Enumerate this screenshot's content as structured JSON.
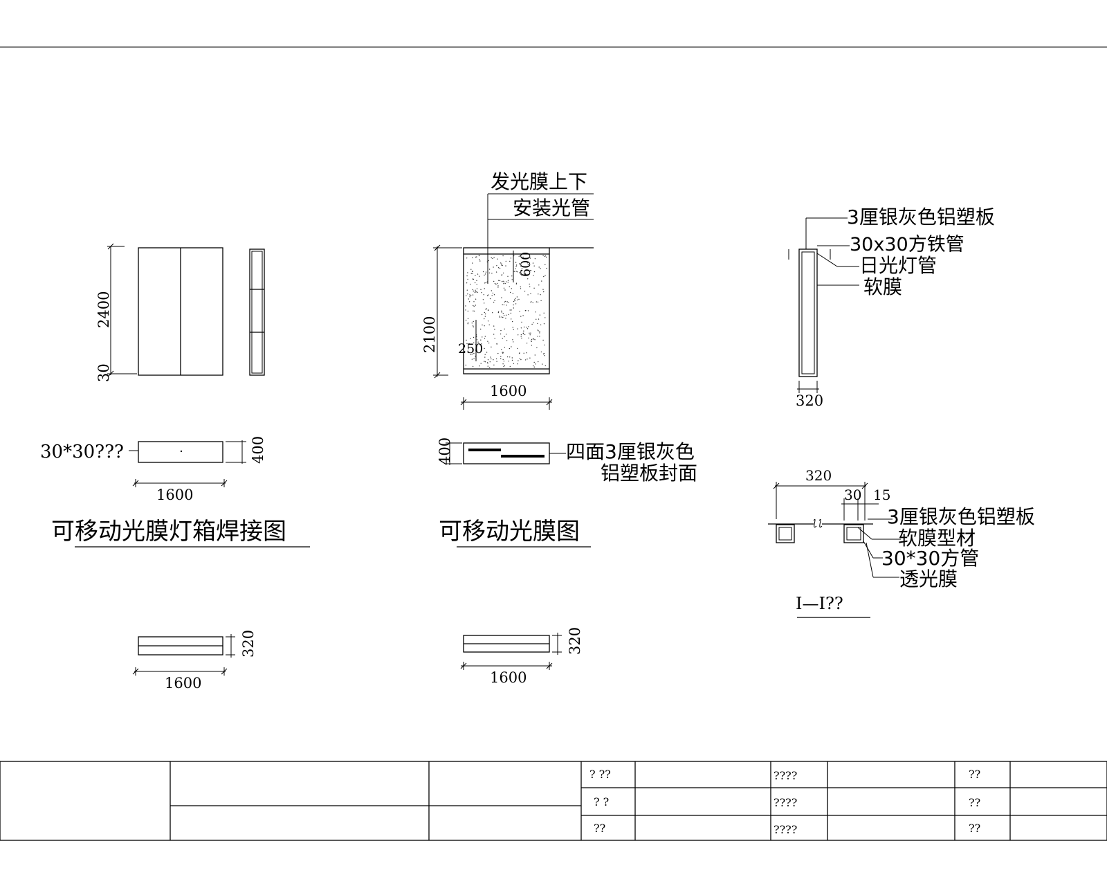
{
  "views": {
    "frame_elevation": {
      "dim_height": "2400",
      "dim_base": "30"
    },
    "frame_plan": {
      "label": "30*30???",
      "dim_width": "1600",
      "dim_depth": "400"
    },
    "frame_title": "可移动光膜灯箱焊接图",
    "frame_bottom": {
      "dim_width": "1600",
      "dim_depth": "320"
    },
    "film_elevation": {
      "callout_line1": "发光膜上下",
      "callout_line2": "安装光管",
      "dim_height": "2100",
      "dim_width": "1600",
      "dim_600": "600",
      "dim_250": "250"
    },
    "film_plan": {
      "dim_depth": "400",
      "callout_line1": "四面3厘银灰色",
      "callout_line2": "铝塑板封面"
    },
    "film_title": "可移动光膜图",
    "film_bottom": {
      "dim_width": "1600",
      "dim_depth": "320"
    },
    "side_section": {
      "label1": "3厘银灰色铝塑板",
      "label2": "30x30方铁管",
      "label3": "日光灯管",
      "label4": "软膜",
      "dim_width": "320"
    },
    "section_detail": {
      "dim_320": "320",
      "dim_30": "30",
      "dim_15": "15",
      "label1": "3厘银灰色铝塑板",
      "label2": "软膜型材",
      "label3": "30*30方管",
      "label4": "透光膜",
      "title": "I—I??"
    }
  },
  "title_block": {
    "r1c1": "? ??",
    "r2c1": "? ?",
    "r3c1": "??",
    "r1c2": "????",
    "r2c2": "????",
    "r3c2": "????",
    "r1c3": "??",
    "r2c3": "??",
    "r3c3": "??"
  }
}
